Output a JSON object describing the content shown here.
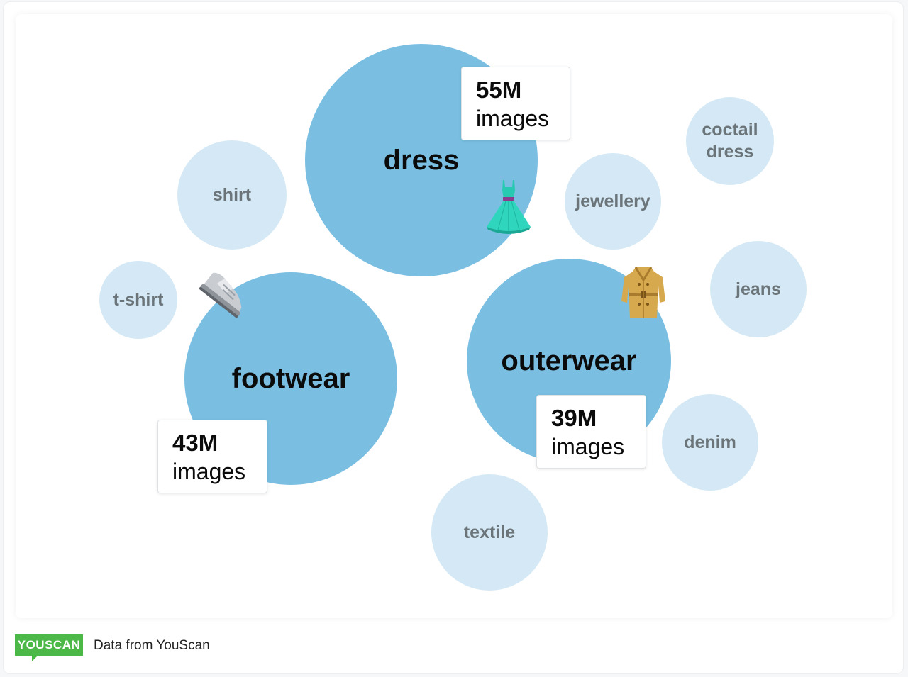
{
  "chart_data": {
    "type": "bubble",
    "unit_label": "images",
    "series": [
      {
        "name": "dress",
        "size": "major",
        "value_text": "55M",
        "value": 55000000,
        "icon": "dress-emoji"
      },
      {
        "name": "footwear",
        "size": "major",
        "value_text": "43M",
        "value": 43000000,
        "icon": "sneaker-emoji"
      },
      {
        "name": "outerwear",
        "size": "major",
        "value_text": "39M",
        "value": 39000000,
        "icon": "coat-emoji"
      }
    ],
    "related_terms": [
      "shirt",
      "t-shirt",
      "jewellery",
      "coctail\ndress",
      "jeans",
      "denim",
      "textile"
    ]
  },
  "footer": {
    "logo_text": "YOUSCAN",
    "source_text": "Data from YouScan"
  },
  "colors": {
    "major_bubble": "#7abfe2",
    "minor_bubble": "#d4e9f5",
    "minor_text": "#6b7479",
    "logo_green": "#4cb848"
  }
}
